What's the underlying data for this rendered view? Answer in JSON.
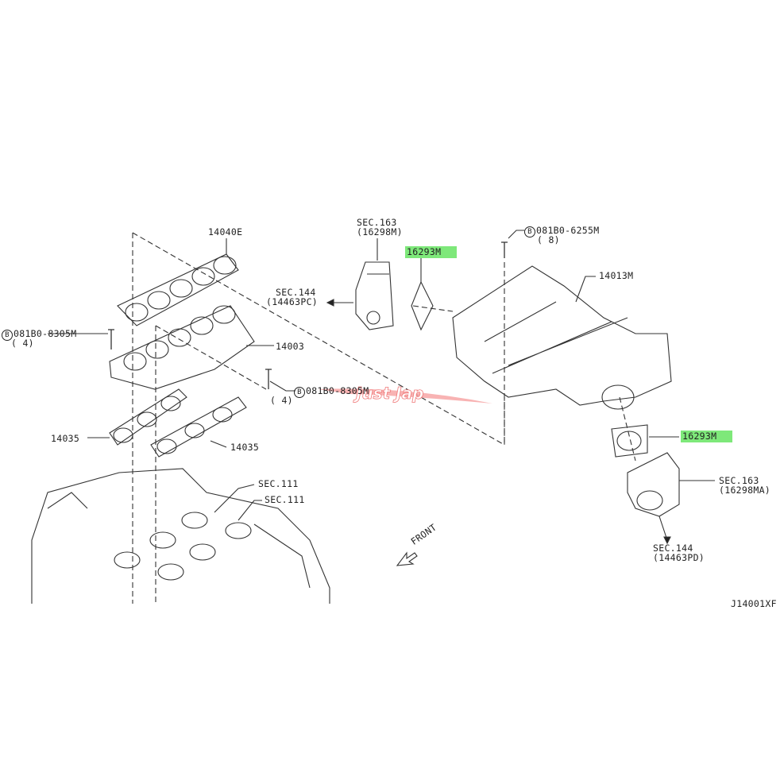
{
  "diagram": {
    "labels": {
      "p14040e": "14040E",
      "bolt_left": "081B0-8305M",
      "bolt_left_qty": "( 4)",
      "p14003": "14003",
      "bolt_mid": "081B0-8305M",
      "bolt_mid_qty": "( 4)",
      "p14035_a": "14035",
      "p14035_b": "14035",
      "sec111_a": "SEC.111",
      "sec111_b": "SEC.111",
      "sec163_top": "SEC.163",
      "sec163_top_ref": "(16298M)",
      "gasket_top": "16293M",
      "sec144_left": "SEC.144",
      "sec144_left_ref": "(14463PC)",
      "bolt_right": "081B0-6255M",
      "bolt_right_qty": "( 8)",
      "p14013m": "14013M",
      "gasket_bottom": "16293M",
      "sec163_right": "SEC.163",
      "sec163_right_ref": "(16298MA)",
      "sec144_bottom": "SEC.144",
      "sec144_bottom_ref": "(14463PD)",
      "front": "FRONT",
      "figure_code": "J14001XF",
      "bolt_symbol": "B"
    },
    "watermark": "Just Jap",
    "colors": {
      "highlight": "#7ee87a",
      "watermark": "#f07a7a",
      "line": "#222222"
    }
  }
}
